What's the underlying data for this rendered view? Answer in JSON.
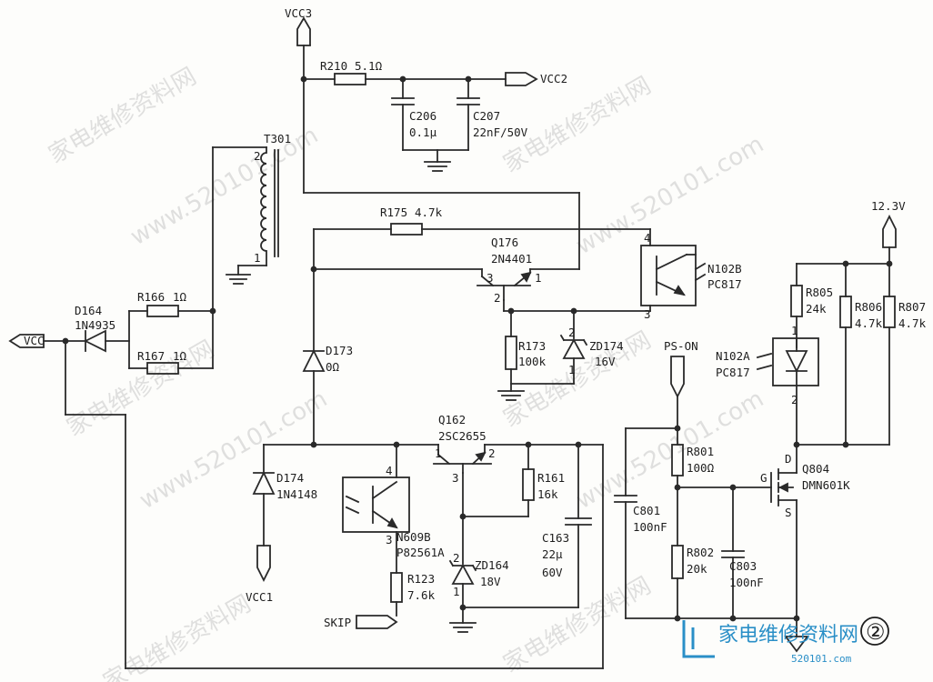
{
  "labels": {
    "vcc3": "VCC3",
    "vcc2": "VCC2",
    "vcc": "VCC",
    "vcc1": "VCC1",
    "v12": "12.3V",
    "ps_on": "PS-ON",
    "skip": "SKIP",
    "figure_no": "②"
  },
  "components": {
    "r210": {
      "ref": "R210",
      "value": "5.1Ω"
    },
    "c206": {
      "ref": "C206",
      "value": "0.1μ"
    },
    "c207": {
      "ref": "C207",
      "value": "22nF/50V"
    },
    "t301": {
      "ref": "T301",
      "pin2": "2",
      "pin1": "1"
    },
    "r175": {
      "ref": "R175",
      "value": "4.7k"
    },
    "q176": {
      "ref": "Q176",
      "value": "2N4401",
      "pin3": "3",
      "pin2": "2",
      "pin1": "1"
    },
    "n102b": {
      "ref": "N102B",
      "value": "PC817",
      "pin4": "4",
      "pin3": "3"
    },
    "d164": {
      "ref": "D164",
      "value": "1N4935"
    },
    "r166": {
      "ref": "R166",
      "value": "1Ω"
    },
    "r167": {
      "ref": "R167",
      "value": "1Ω"
    },
    "d173": {
      "ref": "D173",
      "value": "0Ω"
    },
    "r173": {
      "ref": "R173",
      "value": "100k"
    },
    "zd174": {
      "ref": "ZD174",
      "value": "16V",
      "pin2": "2",
      "pin1": "1"
    },
    "q162": {
      "ref": "Q162",
      "value": "2SC2655",
      "pin1": "1",
      "pin2": "2",
      "pin3": "3"
    },
    "d174": {
      "ref": "D174",
      "value": "1N4148"
    },
    "n609b": {
      "ref": "N609B",
      "value": "P82561A",
      "pin4": "4",
      "pin3": "3"
    },
    "r161": {
      "ref": "R161",
      "value": "16k"
    },
    "c163": {
      "ref": "C163",
      "value": "22μ",
      "rating": "60V"
    },
    "zd164": {
      "ref": "ZD164",
      "value": "18V",
      "pin2": "2",
      "pin1": "1"
    },
    "r123": {
      "ref": "R123",
      "value": "7.6k"
    },
    "r805": {
      "ref": "R805",
      "value": "24k"
    },
    "r806": {
      "ref": "R806",
      "value": "4.7k"
    },
    "r807": {
      "ref": "R807",
      "value": "4.7k"
    },
    "n102a": {
      "ref": "N102A",
      "value": "PC817",
      "pin1": "1",
      "pin2": "2"
    },
    "r801": {
      "ref": "R801",
      "value": "100Ω"
    },
    "c801": {
      "ref": "C801",
      "value": "100nF"
    },
    "r802": {
      "ref": "R802",
      "value": "20k"
    },
    "c803": {
      "ref": "C803",
      "value": "100nF"
    },
    "q804": {
      "ref": "Q804",
      "value": "DMN601K",
      "pin_d": "D",
      "pin_g": "G",
      "pin_s": "S"
    }
  },
  "watermark": {
    "text_cn": "家电维修资料网",
    "text_url": "www.520101.com"
  },
  "logo": {
    "cn": "家电维修资料网",
    "url": "520101.com"
  },
  "colors": {
    "ink": "#2a2a2a",
    "watermark": "#c8c8c8",
    "logo": "#2a8fc7"
  }
}
